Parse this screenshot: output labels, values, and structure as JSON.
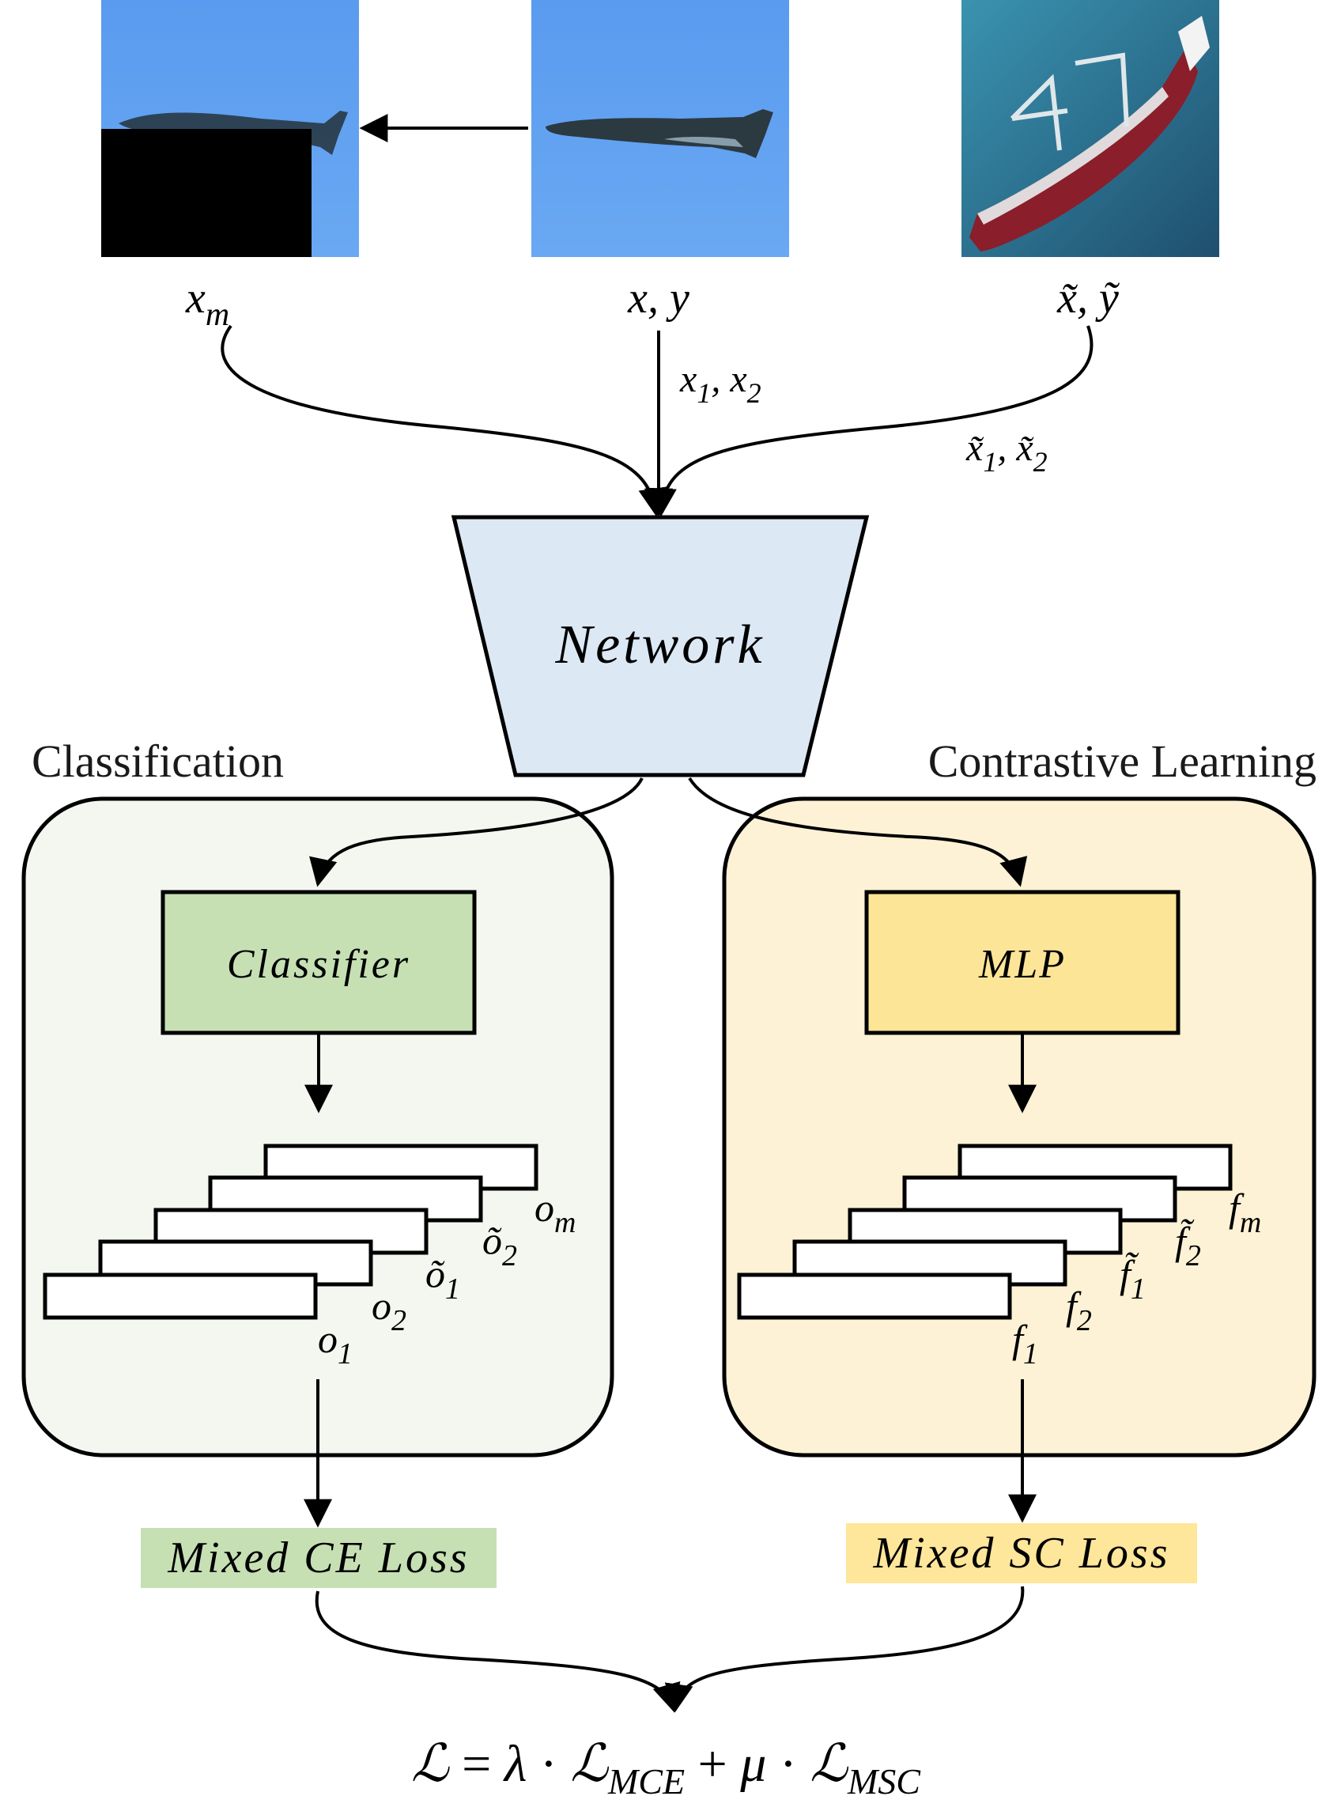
{
  "inputs": {
    "masked": {
      "label": "x",
      "sub": "m"
    },
    "original": {
      "label": "x, y"
    },
    "mixed": {
      "label": "x̃, ỹ"
    }
  },
  "edges": {
    "original_views": {
      "a": "x",
      "a_sub": "1",
      "sep": ", ",
      "b": "x",
      "b_sub": "2"
    },
    "mixed_views": {
      "a": "x̃",
      "a_sub": "1",
      "sep": ", ",
      "b": "x̃",
      "b_sub": "2"
    }
  },
  "network": {
    "label": "Network",
    "fill": "#dde8f5"
  },
  "classification": {
    "heading": "Classification",
    "panel_fill": "#f3f7ef",
    "module": {
      "label": "Classifier",
      "fill": "#c6e0b4"
    },
    "outputs": [
      {
        "base": "o",
        "sub": "1"
      },
      {
        "base": "o",
        "sub": "2"
      },
      {
        "base": "õ",
        "sub": "1"
      },
      {
        "base": "õ",
        "sub": "2"
      },
      {
        "base": "o",
        "sub": "m"
      }
    ],
    "loss": {
      "label": "Mixed CE Loss",
      "fill": "#c6e0b4"
    }
  },
  "contrastive": {
    "heading": "Contrastive Learning",
    "panel_fill": "#fdf2d5",
    "module": {
      "label": "MLP",
      "fill": "#fde598"
    },
    "outputs": [
      {
        "base": "f",
        "sub": "1"
      },
      {
        "base": "f",
        "sub": "2"
      },
      {
        "base": "f̃",
        "sub": "1"
      },
      {
        "base": "f̃",
        "sub": "2"
      },
      {
        "base": "f",
        "sub": "m"
      }
    ],
    "loss": {
      "label": "Mixed SC Loss",
      "fill": "#fee69a"
    }
  },
  "total_loss": {
    "lhs": "ℒ",
    "eq": " = ",
    "lambda": "λ",
    "dot": " · ",
    "l1": "ℒ",
    "l1_sub": "MCE",
    "plus": " + ",
    "mu": "μ",
    "l2": "ℒ",
    "l2_sub": "MSC"
  },
  "colors": {
    "sky": "#5b9cf0",
    "sea": "#2e7c9a",
    "stroke": "#000000"
  }
}
